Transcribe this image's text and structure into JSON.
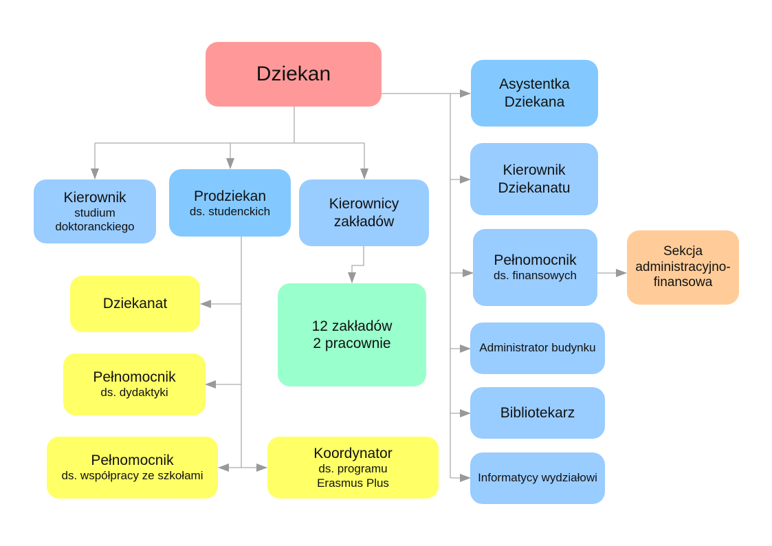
{
  "colors": {
    "dean": "#ff9999",
    "blue": "#99ccff",
    "yellow": "#ffff66",
    "green": "#99ffcc",
    "orange": "#ffcc99",
    "connector": "#999999"
  },
  "nodes": {
    "dziekan": {
      "title": "Dziekan"
    },
    "kierownik_studium": {
      "title": "Kierownik",
      "sub1": "studium",
      "sub2": "doktoranckiego"
    },
    "prodziekan": {
      "title": "Prodziekan",
      "sub1": "ds. studenckich"
    },
    "kierownicy_zakladow": {
      "line1": "Kierownicy",
      "line2": "zakładów"
    },
    "zaklady": {
      "line1": "12 zakładów",
      "line2": "2 pracownie"
    },
    "dziekanat": {
      "title": "Dziekanat"
    },
    "pelnomocnik_dydaktyki": {
      "title": "Pełnomocnik",
      "sub1": "ds. dydaktyki"
    },
    "pelnomocnik_szkoly": {
      "title": "Pełnomocnik",
      "sub1": "ds. współpracy ze szkołami"
    },
    "koordynator": {
      "title": "Koordynator",
      "sub1": "ds. programu",
      "sub2": "Erasmus Plus"
    },
    "asystentka": {
      "line1": "Asystentka",
      "line2": "Dziekana"
    },
    "kierownik_dziekanatu": {
      "line1": "Kierownik",
      "line2": "Dziekanatu"
    },
    "pelnomocnik_finansow": {
      "title": "Pełnomocnik",
      "sub1": "ds. finansowych"
    },
    "sekcja": {
      "line1": "Sekcja",
      "line2": "administracyjno-",
      "line3": "finansowa"
    },
    "administrator": {
      "title": "Administrator budynku"
    },
    "bibliotekarz": {
      "title": "Bibliotekarz"
    },
    "informatycy": {
      "title": "Informatycy wydziałowi"
    }
  }
}
